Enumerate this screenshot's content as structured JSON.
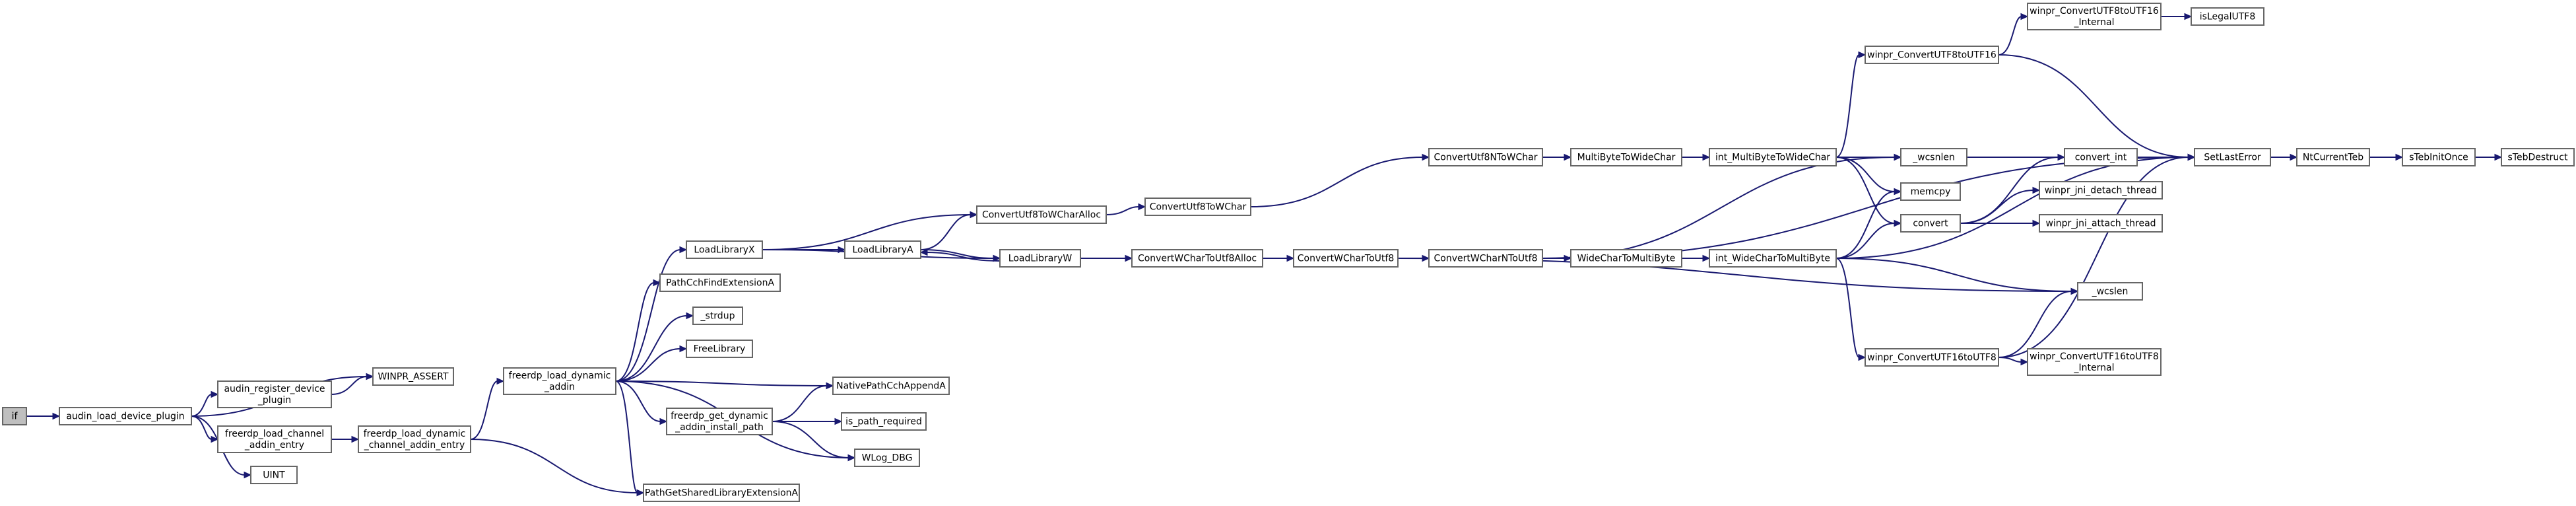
{
  "graph": {
    "nodes": [
      {
        "id": "if",
        "lines": [
          "if"
        ],
        "root": true
      },
      {
        "id": "audin_load_device_plugin",
        "lines": [
          "audin_load_device_plugin"
        ]
      },
      {
        "id": "audin_register_device_plugin",
        "lines": [
          "audin_register_device",
          "_plugin"
        ]
      },
      {
        "id": "freerdp_load_channel_addin_entry",
        "lines": [
          "freerdp_load_channel",
          "_addin_entry"
        ]
      },
      {
        "id": "UINT",
        "lines": [
          "UINT"
        ]
      },
      {
        "id": "WINPR_ASSERT",
        "lines": [
          "WINPR_ASSERT"
        ]
      },
      {
        "id": "freerdp_load_dynamic_channel_addin_entry",
        "lines": [
          "freerdp_load_dynamic",
          "_channel_addin_entry"
        ]
      },
      {
        "id": "freerdp_load_dynamic_addin",
        "lines": [
          "freerdp_load_dynamic",
          "_addin"
        ]
      },
      {
        "id": "PathGetSharedLibraryExtensionA",
        "lines": [
          "PathGetSharedLibraryExtensionA"
        ]
      },
      {
        "id": "LoadLibraryX",
        "lines": [
          "LoadLibraryX"
        ]
      },
      {
        "id": "PathCchFindExtensionA",
        "lines": [
          "PathCchFindExtensionA"
        ]
      },
      {
        "id": "_strdup",
        "lines": [
          "_strdup"
        ]
      },
      {
        "id": "FreeLibrary",
        "lines": [
          "FreeLibrary"
        ]
      },
      {
        "id": "NativePathCchAppendA",
        "lines": [
          "NativePathCchAppendA"
        ]
      },
      {
        "id": "freerdp_get_dynamic_addin_install_path",
        "lines": [
          "freerdp_get_dynamic",
          "_addin_install_path"
        ]
      },
      {
        "id": "WLog_DBG",
        "lines": [
          "WLog_DBG"
        ]
      },
      {
        "id": "is_path_required",
        "lines": [
          "is_path_required"
        ]
      },
      {
        "id": "LoadLibraryA",
        "lines": [
          "LoadLibraryA"
        ]
      },
      {
        "id": "ConvertUtf8ToWCharAlloc",
        "lines": [
          "ConvertUtf8ToWCharAlloc"
        ]
      },
      {
        "id": "LoadLibraryW",
        "lines": [
          "LoadLibraryW"
        ]
      },
      {
        "id": "ConvertUtf8ToWChar",
        "lines": [
          "ConvertUtf8ToWChar"
        ]
      },
      {
        "id": "ConvertWCharToUtf8Alloc",
        "lines": [
          "ConvertWCharToUtf8Alloc"
        ]
      },
      {
        "id": "ConvertWCharToUtf8",
        "lines": [
          "ConvertWCharToUtf8"
        ]
      },
      {
        "id": "ConvertUtf8NToWChar",
        "lines": [
          "ConvertUtf8NToWChar"
        ]
      },
      {
        "id": "ConvertWCharNToUtf8",
        "lines": [
          "ConvertWCharNToUtf8"
        ]
      },
      {
        "id": "MultiByteToWideChar",
        "lines": [
          "MultiByteToWideChar"
        ]
      },
      {
        "id": "WideCharToMultiByte",
        "lines": [
          "WideCharToMultiByte"
        ]
      },
      {
        "id": "int_MultiByteToWideChar",
        "lines": [
          "int_MultiByteToWideChar"
        ]
      },
      {
        "id": "int_WideCharToMultiByte",
        "lines": [
          "int_WideCharToMultiByte"
        ]
      },
      {
        "id": "winpr_ConvertUTF8toUTF16",
        "lines": [
          "winpr_ConvertUTF8toUTF16"
        ]
      },
      {
        "id": "winpr_ConvertUTF8toUTF16_Internal",
        "lines": [
          "winpr_ConvertUTF8toUTF16",
          "_Internal"
        ]
      },
      {
        "id": "isLegalUTF8",
        "lines": [
          "isLegalUTF8"
        ]
      },
      {
        "id": "_wcsnlen",
        "lines": [
          "_wcsnlen"
        ]
      },
      {
        "id": "memcpy",
        "lines": [
          "memcpy"
        ]
      },
      {
        "id": "convert",
        "lines": [
          "convert"
        ]
      },
      {
        "id": "convert_int",
        "lines": [
          "convert_int"
        ]
      },
      {
        "id": "winpr_jni_detach_thread",
        "lines": [
          "winpr_jni_detach_thread"
        ]
      },
      {
        "id": "winpr_jni_attach_thread",
        "lines": [
          "winpr_jni_attach_thread"
        ]
      },
      {
        "id": "_wcslen",
        "lines": [
          "_wcslen"
        ]
      },
      {
        "id": "winpr_ConvertUTF16toUTF8",
        "lines": [
          "winpr_ConvertUTF16toUTF8"
        ]
      },
      {
        "id": "winpr_ConvertUTF16toUTF8_Internal",
        "lines": [
          "winpr_ConvertUTF16toUTF8",
          "_Internal"
        ]
      },
      {
        "id": "SetLastError",
        "lines": [
          "SetLastError"
        ]
      },
      {
        "id": "NtCurrentTeb",
        "lines": [
          "NtCurrentTeb"
        ]
      },
      {
        "id": "sTebInitOnce",
        "lines": [
          "sTebInitOnce"
        ]
      },
      {
        "id": "sTebDestruct",
        "lines": [
          "sTebDestruct"
        ]
      }
    ],
    "edges": [
      [
        "if",
        "audin_load_device_plugin"
      ],
      [
        "audin_load_device_plugin",
        "audin_register_device_plugin"
      ],
      [
        "audin_load_device_plugin",
        "freerdp_load_channel_addin_entry"
      ],
      [
        "audin_load_device_plugin",
        "UINT"
      ],
      [
        "audin_load_device_plugin",
        "WINPR_ASSERT"
      ],
      [
        "audin_register_device_plugin",
        "WINPR_ASSERT"
      ],
      [
        "freerdp_load_channel_addin_entry",
        "freerdp_load_dynamic_channel_addin_entry"
      ],
      [
        "freerdp_load_dynamic_channel_addin_entry",
        "freerdp_load_dynamic_addin"
      ],
      [
        "freerdp_load_dynamic_channel_addin_entry",
        "PathGetSharedLibraryExtensionA"
      ],
      [
        "freerdp_load_dynamic_addin",
        "LoadLibraryX"
      ],
      [
        "freerdp_load_dynamic_addin",
        "PathCchFindExtensionA"
      ],
      [
        "freerdp_load_dynamic_addin",
        "_strdup"
      ],
      [
        "freerdp_load_dynamic_addin",
        "FreeLibrary"
      ],
      [
        "freerdp_load_dynamic_addin",
        "NativePathCchAppendA"
      ],
      [
        "freerdp_load_dynamic_addin",
        "freerdp_get_dynamic_addin_install_path"
      ],
      [
        "freerdp_load_dynamic_addin",
        "WLog_DBG"
      ],
      [
        "freerdp_load_dynamic_addin",
        "PathGetSharedLibraryExtensionA"
      ],
      [
        "freerdp_get_dynamic_addin_install_path",
        "NativePathCchAppendA"
      ],
      [
        "freerdp_get_dynamic_addin_install_path",
        "is_path_required"
      ],
      [
        "freerdp_get_dynamic_addin_install_path",
        "WLog_DBG"
      ],
      [
        "LoadLibraryX",
        "LoadLibraryA"
      ],
      [
        "LoadLibraryX",
        "ConvertUtf8ToWCharAlloc"
      ],
      [
        "LoadLibraryX",
        "LoadLibraryW"
      ],
      [
        "LoadLibraryA",
        "ConvertUtf8ToWCharAlloc"
      ],
      [
        "LoadLibraryA",
        "LoadLibraryW"
      ],
      [
        "LoadLibraryW",
        "LoadLibraryA"
      ],
      [
        "ConvertUtf8ToWCharAlloc",
        "ConvertUtf8ToWChar"
      ],
      [
        "LoadLibraryW",
        "ConvertWCharToUtf8Alloc"
      ],
      [
        "ConvertUtf8ToWChar",
        "ConvertUtf8NToWChar"
      ],
      [
        "ConvertWCharToUtf8Alloc",
        "ConvertWCharToUtf8"
      ],
      [
        "ConvertWCharToUtf8",
        "ConvertWCharNToUtf8"
      ],
      [
        "ConvertWCharToUtf8",
        "_wcslen"
      ],
      [
        "ConvertUtf8NToWChar",
        "MultiByteToWideChar"
      ],
      [
        "ConvertUtf8NToWChar",
        "SetLastError"
      ],
      [
        "ConvertWCharNToUtf8",
        "WideCharToMultiByte"
      ],
      [
        "ConvertWCharNToUtf8",
        "_wcsnlen"
      ],
      [
        "ConvertWCharNToUtf8",
        "SetLastError"
      ],
      [
        "MultiByteToWideChar",
        "int_MultiByteToWideChar"
      ],
      [
        "WideCharToMultiByte",
        "int_WideCharToMultiByte"
      ],
      [
        "int_MultiByteToWideChar",
        "winpr_ConvertUTF8toUTF16"
      ],
      [
        "int_MultiByteToWideChar",
        "_wcsnlen"
      ],
      [
        "int_MultiByteToWideChar",
        "memcpy"
      ],
      [
        "int_MultiByteToWideChar",
        "convert"
      ],
      [
        "int_MultiByteToWideChar",
        "SetLastError"
      ],
      [
        "int_WideCharToMultiByte",
        "memcpy"
      ],
      [
        "int_WideCharToMultiByte",
        "convert"
      ],
      [
        "int_WideCharToMultiByte",
        "_wcslen"
      ],
      [
        "int_WideCharToMultiByte",
        "winpr_ConvertUTF16toUTF8"
      ],
      [
        "int_WideCharToMultiByte",
        "SetLastError"
      ],
      [
        "winpr_ConvertUTF8toUTF16",
        "winpr_ConvertUTF8toUTF16_Internal"
      ],
      [
        "winpr_ConvertUTF8toUTF16",
        "SetLastError"
      ],
      [
        "winpr_ConvertUTF8toUTF16_Internal",
        "isLegalUTF8"
      ],
      [
        "convert",
        "convert_int"
      ],
      [
        "convert",
        "winpr_jni_detach_thread"
      ],
      [
        "convert",
        "winpr_jni_attach_thread"
      ],
      [
        "convert_int",
        "SetLastError"
      ],
      [
        "winpr_ConvertUTF16toUTF8",
        "winpr_ConvertUTF16toUTF8_Internal"
      ],
      [
        "winpr_ConvertUTF16toUTF8",
        "_wcslen"
      ],
      [
        "winpr_ConvertUTF16toUTF8",
        "SetLastError"
      ],
      [
        "SetLastError",
        "NtCurrentTeb"
      ],
      [
        "NtCurrentTeb",
        "sTebInitOnce"
      ],
      [
        "sTebInitOnce",
        "sTebDestruct"
      ]
    ]
  }
}
